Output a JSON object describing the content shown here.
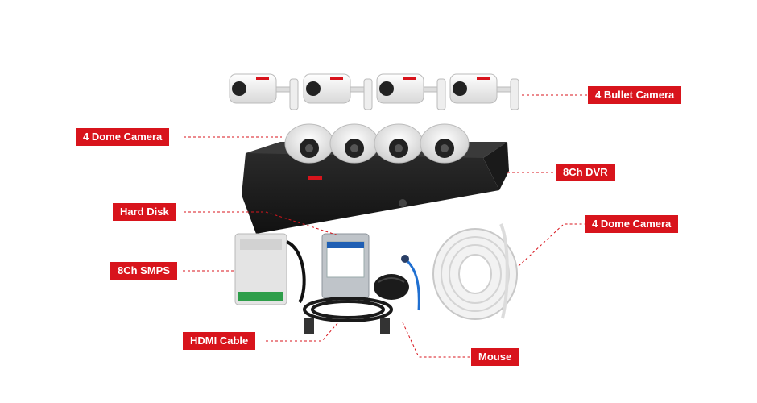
{
  "labels": {
    "bullet_camera": "4 Bullet Camera",
    "dome_camera_left": "4 Dome Camera",
    "dvr": "8Ch DVR",
    "hard_disk": "Hard Disk",
    "dome_camera_right": "4 Dome Camera",
    "smps": "8Ch SMPS",
    "hdmi_cable": "HDMI Cable",
    "mouse": "Mouse"
  },
  "colors": {
    "label_bg": "#d8141c",
    "label_text": "#ffffff",
    "leader_line": "#d8141c"
  }
}
